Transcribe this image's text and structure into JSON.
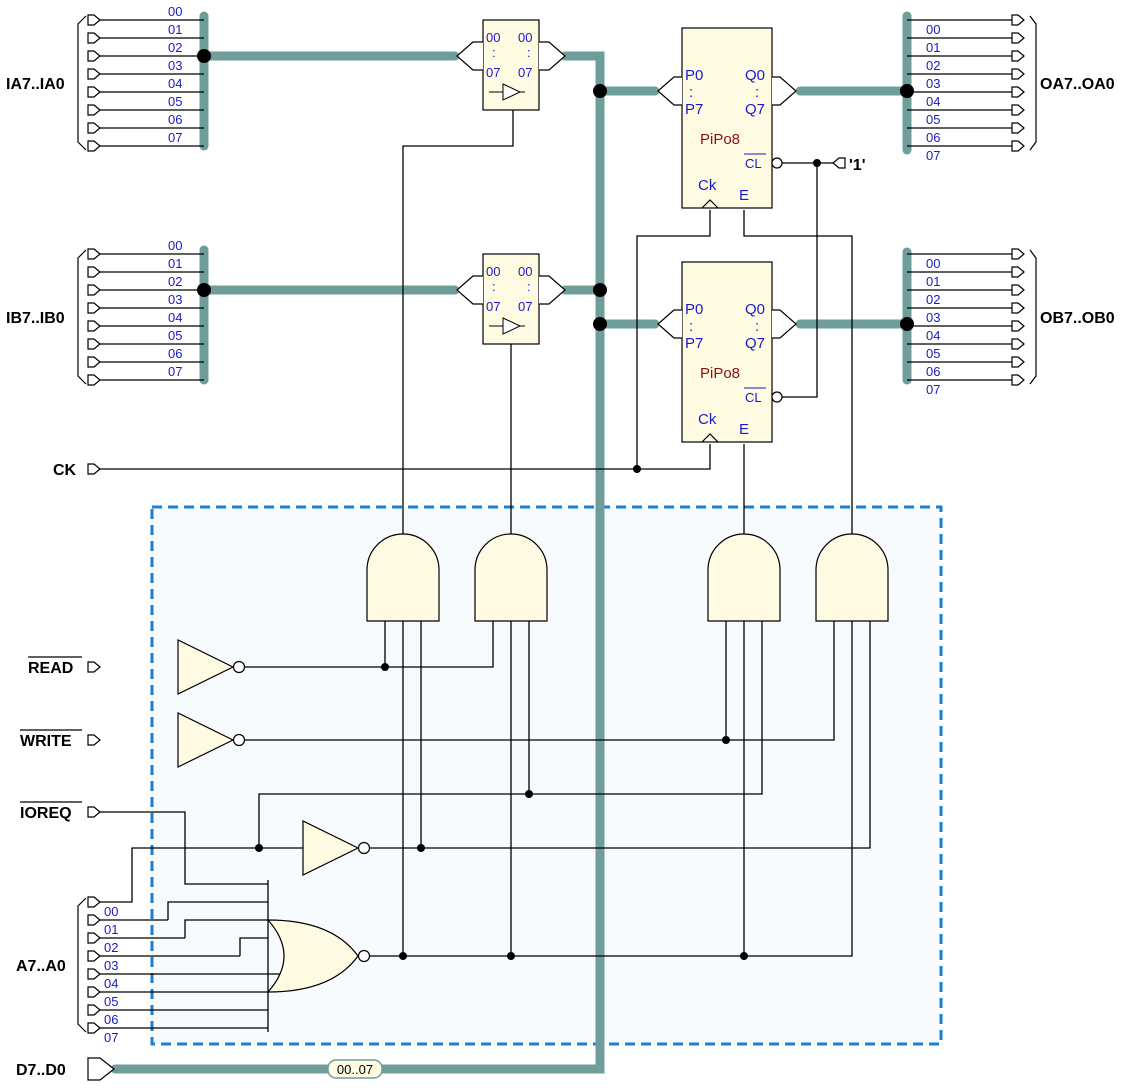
{
  "ports": {
    "ia": "IA7..IA0",
    "ib": "IB7..IB0",
    "oa": "OA7..OA0",
    "ob": "OB7..OB0",
    "ck": "CK",
    "read": "READ",
    "write": "WRITE",
    "ioreq": "IOREQ",
    "addr": "A7..A0",
    "data": "D7..D0",
    "one": "'1'"
  },
  "bus_indices": [
    "00",
    "01",
    "02",
    "03",
    "04",
    "05",
    "06",
    "07"
  ],
  "bus_range": "00..07",
  "buffer": {
    "in_top": "00",
    "in_bot": "07",
    "out_top": "00",
    "out_bot": "07",
    "dots": ":"
  },
  "register": {
    "name": "PiPo8",
    "p0": "P0",
    "p7": "P7",
    "q0": "Q0",
    "q7": "Q7",
    "cl": "CL",
    "ck": "Ck",
    "e": "E",
    "dots": ":"
  },
  "colors": {
    "bus": "#6e9d9a",
    "wire": "#000000",
    "gate_fill": "#fffbe3",
    "pin_text": "#1a1acc",
    "comp_text": "#8b1010",
    "decoder_border": "#1a7fd6",
    "decoder_fill": "#f7fbfd"
  }
}
